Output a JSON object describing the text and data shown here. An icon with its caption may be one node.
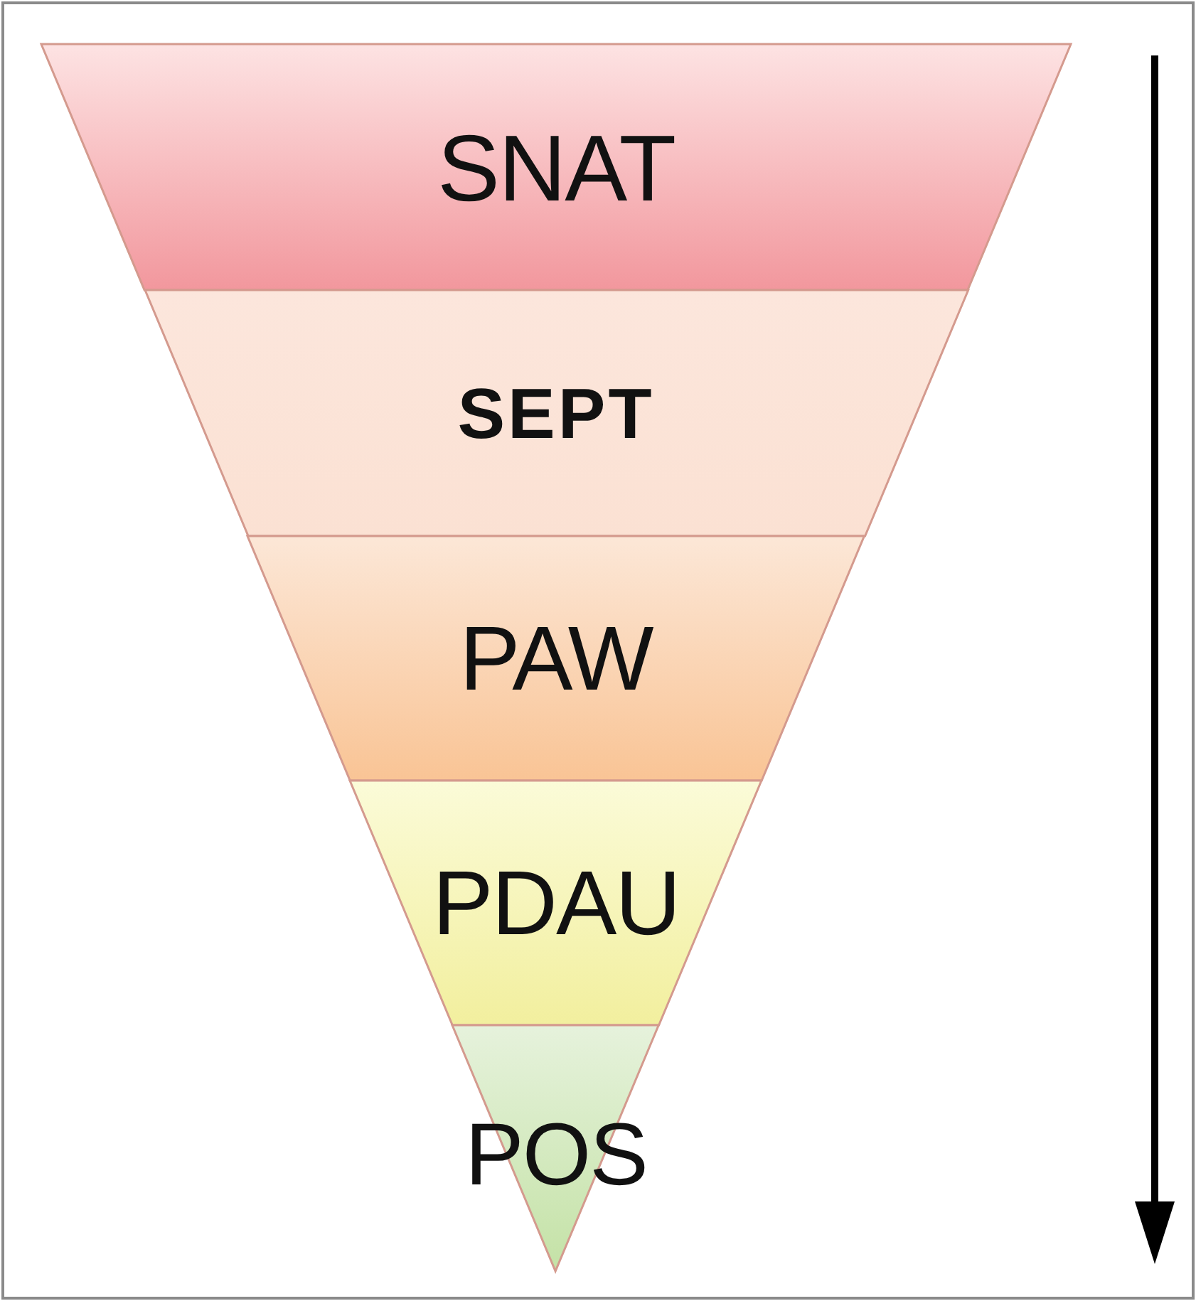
{
  "diagram": {
    "nodes": [
      {
        "text": [
          "SNAT"
        ]
      },
      {
        "text": [
          "SEPT"
        ]
      },
      {
        "text": [
          "PAW"
        ]
      },
      {
        "text": [
          "PDAU"
        ]
      },
      {
        "text": [
          "POS"
        ]
      }
    ]
  }
}
